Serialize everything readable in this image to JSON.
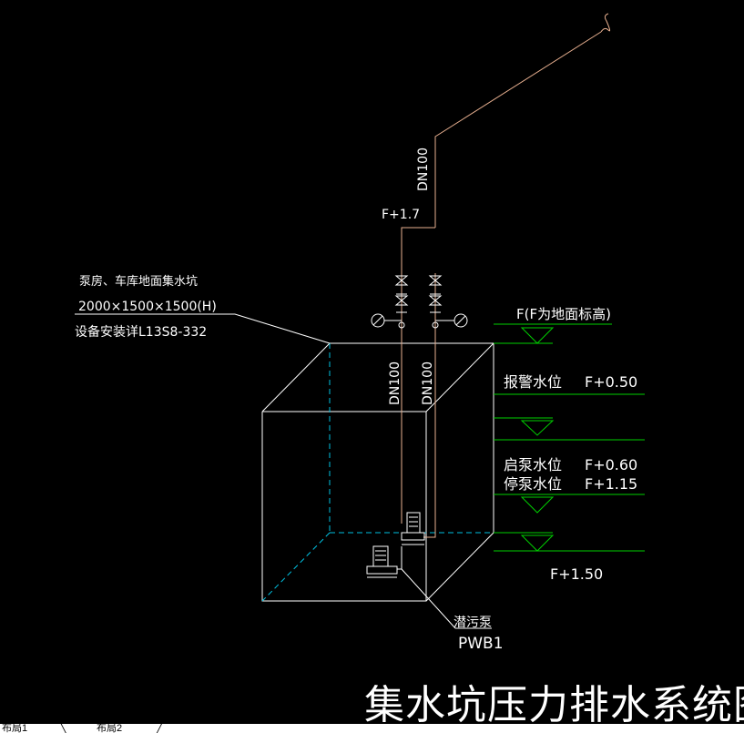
{
  "diagram": {
    "title": "集水坑压力排水系统图",
    "pit_label": "泵房、车库地面集水坑",
    "pit_size": "2000×1500×1500(H)",
    "pit_ref": "设备安装详L13S8-332",
    "main_pipe_size": "DN100",
    "riser_left_size": "DN100",
    "riser_right_size": "DN100",
    "branch_elevation": "F+1.7",
    "floor_level_note": "F(F为地面标高)",
    "alarm_level_label": "报警水位",
    "alarm_level_value": "F+0.50",
    "start_level_label": "启泵水位",
    "start_level_value": "F+0.60",
    "stop_level_label": "停泵水位",
    "stop_level_value": "F+1.15",
    "bottom_level_value": "F+1.50",
    "pump_name": "潜污泵",
    "pump_code": "PWB1",
    "colors": {
      "pipe": "#e8b090",
      "box": "#ffffff",
      "hidden_edge": "#00c0e0",
      "level_line": "#00d000",
      "text": "#ffffff"
    }
  },
  "tabs": [
    {
      "label": "布局1"
    },
    {
      "label": "布局2"
    }
  ]
}
